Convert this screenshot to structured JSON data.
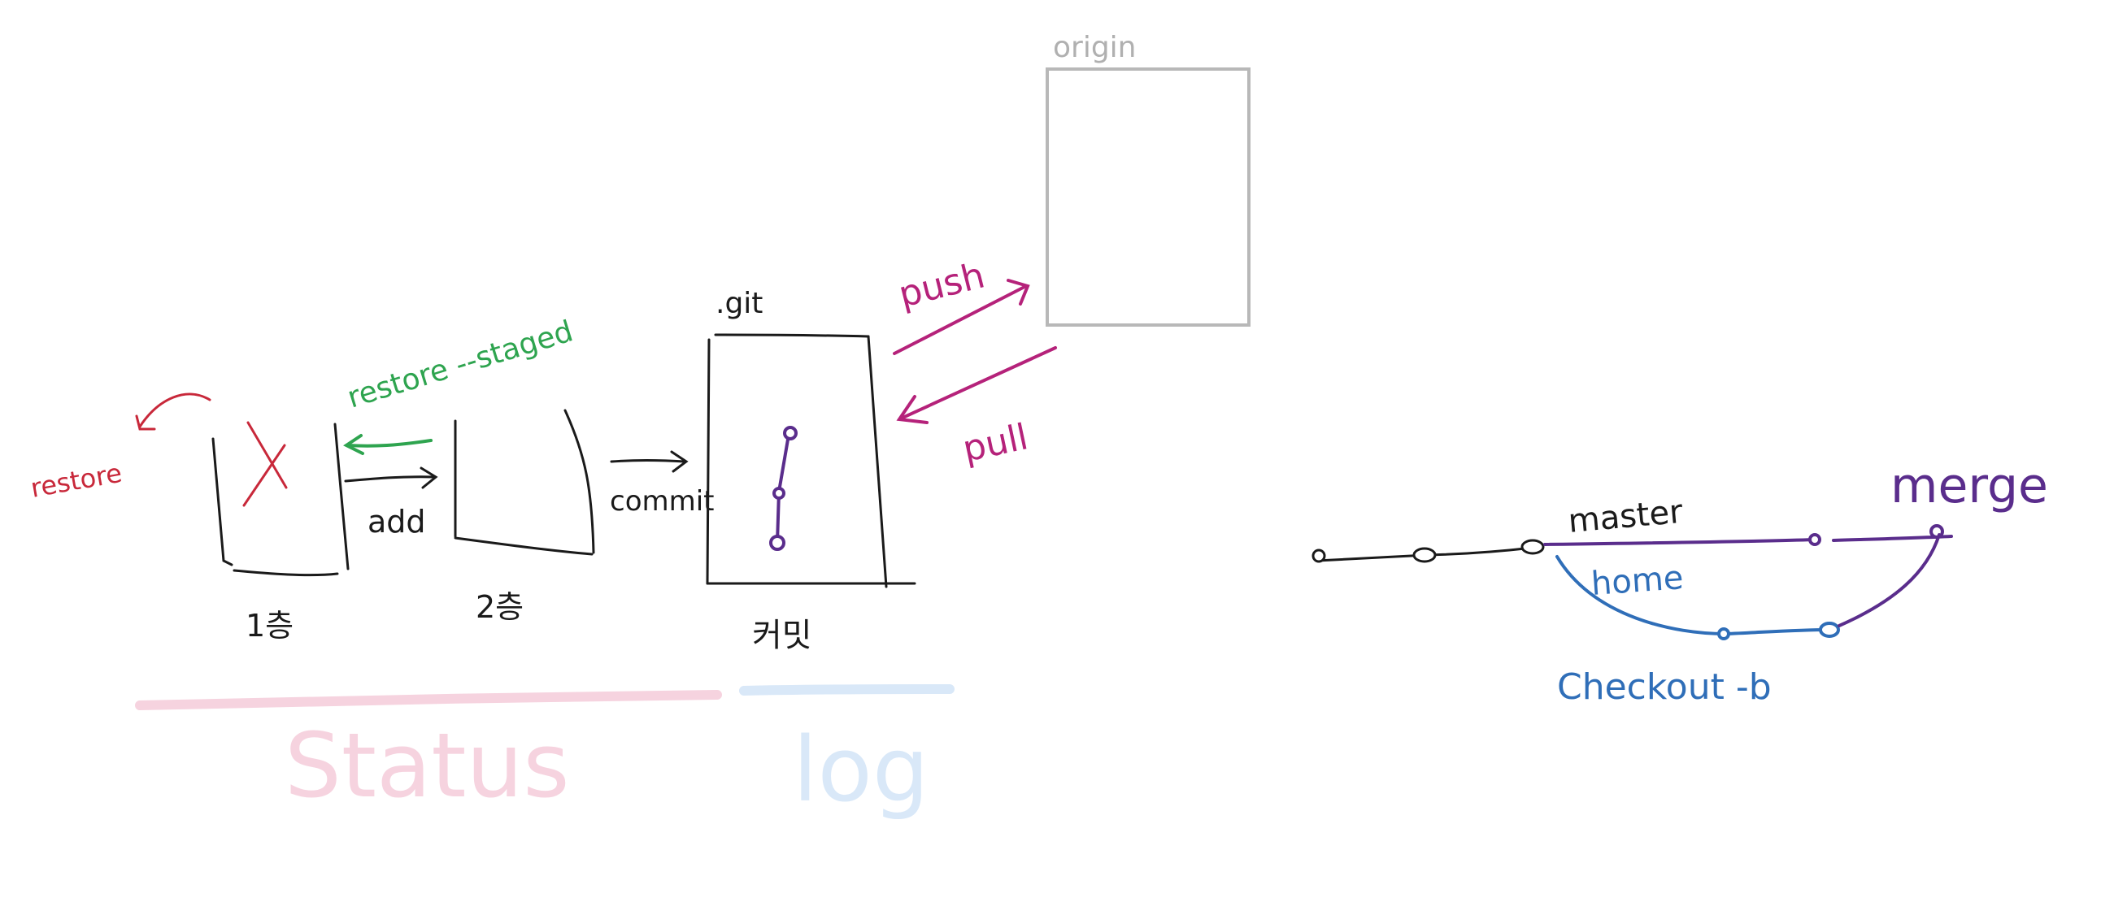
{
  "labels": {
    "restore": "restore",
    "restore_staged": "restore --staged",
    "add": "add",
    "commit": "commit",
    "stage1": "1층",
    "stage2": "2층",
    "commit_kr": "커밋",
    "git_dir": ".git",
    "origin": "origin",
    "push": "push",
    "pull": "pull",
    "status": "Status",
    "log": "log",
    "master": "master",
    "home": "home",
    "merge": "merge",
    "checkout": "Checkout -b"
  },
  "colors": {
    "ink": "#1a1a1a",
    "red": "#c8283a",
    "green": "#2ea44f",
    "magenta": "#b5227a",
    "purple": "#5a2d8c",
    "blue": "#2f6eb8",
    "gray": "#b0b0b0",
    "status_pink": "#f6d3df",
    "log_blue": "#d9e8f8"
  }
}
